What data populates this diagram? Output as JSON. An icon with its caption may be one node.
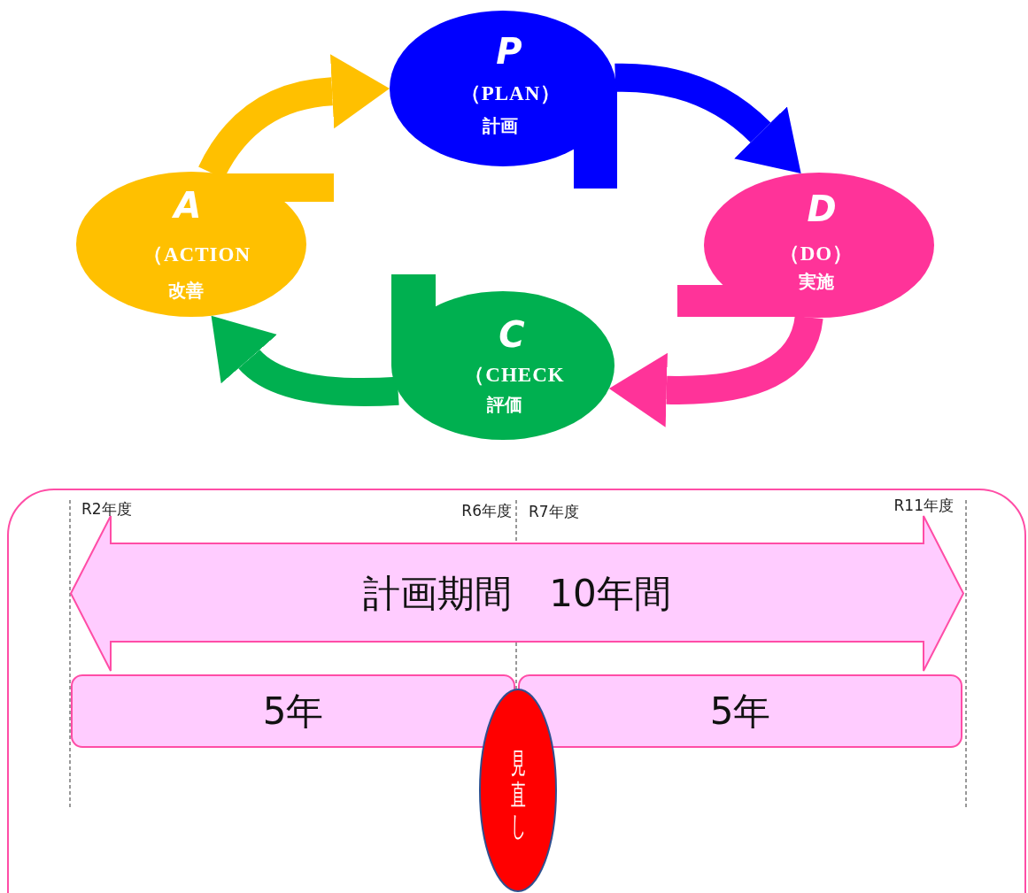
{
  "diagram": {
    "nodes": [
      {
        "text": [
          "P",
          "（PLAN）",
          "計画"
        ]
      },
      {
        "text": [
          "A",
          "（ACTION",
          "改善"
        ]
      },
      {
        "text": [
          "D",
          "（DO）",
          "実施"
        ]
      },
      {
        "text": [
          "C",
          "（CHECK",
          "評価"
        ]
      },
      {
        "text": [],
        "shape": "box"
      },
      {
        "text": [
          "計画期間　10年間"
        ],
        "in": 4
      },
      {
        "text": [
          "5年"
        ],
        "in": 4
      },
      {
        "text": [
          "5年"
        ],
        "in": 4
      },
      {
        "text": [
          "見直し"
        ],
        "in": 4
      }
    ],
    "edges": [
      {
        "from": 1,
        "to": 0,
        "arrow": "to",
        "color": "#ffc000"
      },
      {
        "from": 0,
        "to": 2,
        "arrow": "to",
        "color": "#0000ff"
      },
      {
        "from": 2,
        "to": 3,
        "arrow": "to",
        "color": "#ff3399"
      },
      {
        "from": 3,
        "to": 1,
        "arrow": "to",
        "color": "#00b050"
      }
    ],
    "labels": [
      "R2年度",
      "R6年度",
      "R7年度",
      "R11年度"
    ]
  }
}
